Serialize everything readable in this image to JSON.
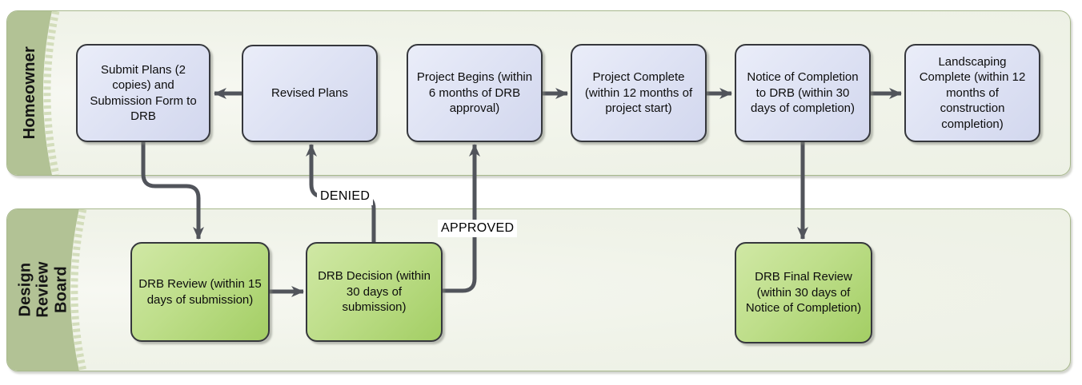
{
  "lanes": [
    {
      "label": "Homeowner"
    },
    {
      "label": "Design Review Board"
    }
  ],
  "nodes": [
    {
      "id": "submit-plans",
      "lane": "Homeowner",
      "label": "Submit Plans (2 copies) and Submission Form to DRB"
    },
    {
      "id": "revised-plans",
      "lane": "Homeowner",
      "label": "Revised Plans"
    },
    {
      "id": "project-begins",
      "lane": "Homeowner",
      "label": "Project Begins (within 6 months of DRB approval)"
    },
    {
      "id": "project-complete",
      "lane": "Homeowner",
      "label": "Project Complete (within 12 months of project start)"
    },
    {
      "id": "notice-of-completion",
      "lane": "Homeowner",
      "label": "Notice of Completion to DRB (within 30 days of completion)"
    },
    {
      "id": "landscaping-complete",
      "lane": "Homeowner",
      "label": "Landscaping Complete (within 12 months of construction completion)"
    },
    {
      "id": "drb-review",
      "lane": "Design Review Board",
      "label": "DRB Review (within 15 days of submission)"
    },
    {
      "id": "drb-decision",
      "lane": "Design Review Board",
      "label": "DRB Decision (within 30 days of submission)"
    },
    {
      "id": "drb-final-review",
      "lane": "Design Review Board",
      "label": "DRB Final Review (within 30 days of Notice of Completion)"
    }
  ],
  "edge_labels": {
    "denied": "DENIED",
    "approved": "APPROVED"
  },
  "edges": [
    {
      "from": "revised-plans",
      "to": "submit-plans",
      "label": ""
    },
    {
      "from": "submit-plans",
      "to": "drb-review",
      "label": ""
    },
    {
      "from": "drb-review",
      "to": "drb-decision",
      "label": ""
    },
    {
      "from": "drb-decision",
      "to": "revised-plans",
      "label": "DENIED"
    },
    {
      "from": "drb-decision",
      "to": "project-begins",
      "label": "APPROVED"
    },
    {
      "from": "project-begins",
      "to": "project-complete",
      "label": ""
    },
    {
      "from": "project-complete",
      "to": "notice-of-completion",
      "label": ""
    },
    {
      "from": "notice-of-completion",
      "to": "landscaping-complete",
      "label": ""
    },
    {
      "from": "notice-of-completion",
      "to": "drb-final-review",
      "label": ""
    }
  ],
  "colors": {
    "homeowner_node_fill": "#dfe3f4",
    "drb_node_fill": "#b7db7f",
    "node_border": "#35373c",
    "lane_strip_green": "#b2c295",
    "lane_body": "#f0f3e9",
    "lane_border": "#a7b88c",
    "arrow": "#51545b"
  }
}
